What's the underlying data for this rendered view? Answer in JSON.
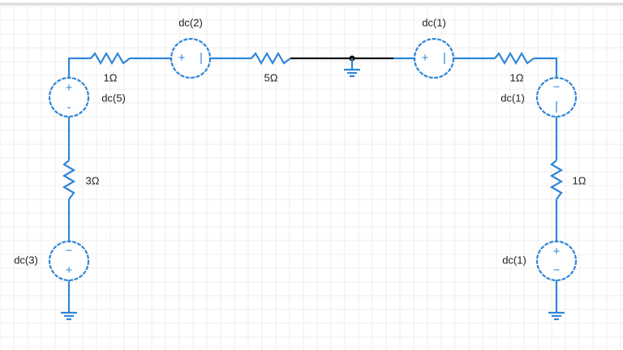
{
  "colors": {
    "wire": "#2f86d8",
    "node_wire": "#111111",
    "grid": "#ececec"
  },
  "components": {
    "r_top_left": {
      "label": "1Ω"
    },
    "src_top": {
      "label": "dc(2)",
      "plus": "+",
      "minus": "|"
    },
    "r_top_mid": {
      "label": "5Ω"
    },
    "src_top_right": {
      "label": "dc(1)",
      "plus": "+",
      "minus": "|"
    },
    "r_top_right": {
      "label": "1Ω"
    },
    "src_left_top": {
      "label": "dc(5)",
      "plus": "+",
      "minus": "-"
    },
    "r_left": {
      "label": "3Ω"
    },
    "src_left_bottom": {
      "label": "dc(3)",
      "plus": "+",
      "minus": "−"
    },
    "src_right_top": {
      "label": "dc(1)",
      "plus": "|",
      "minus": "−"
    },
    "r_right": {
      "label": "1Ω"
    },
    "src_right_bottom": {
      "label": "dc(1)",
      "plus": "+",
      "minus": "−"
    }
  }
}
